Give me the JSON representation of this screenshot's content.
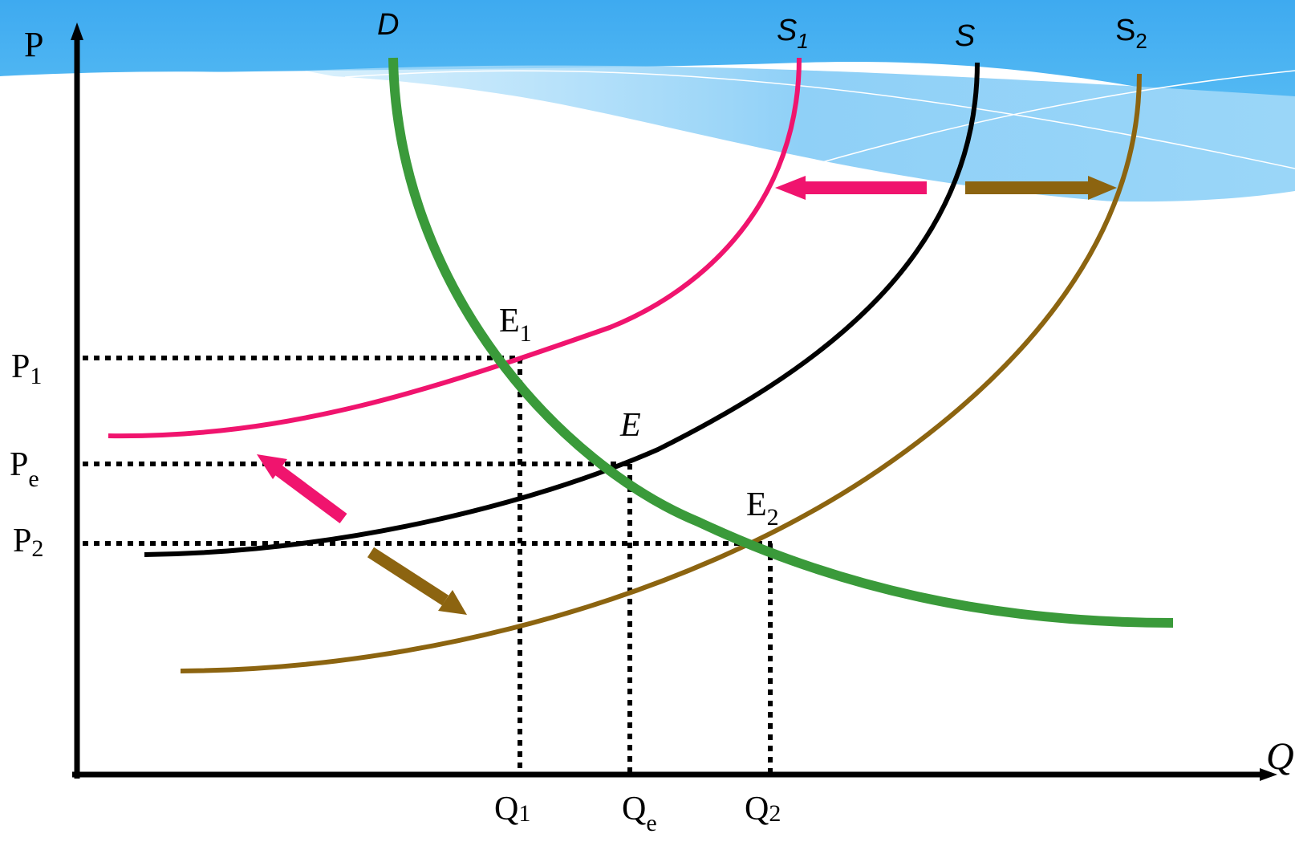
{
  "axes": {
    "y_label": "P",
    "x_label": "Q"
  },
  "curves": {
    "demand": {
      "label": "D",
      "color": "#3a9a3a"
    },
    "supply": {
      "label": "S",
      "color": "#000000"
    },
    "supply1": {
      "label_main": "S",
      "label_sub": "1",
      "color": "#f0146e"
    },
    "supply2": {
      "label_main": "S",
      "label_sub": "2",
      "color": "#8c6410"
    }
  },
  "equilibria": {
    "e1": {
      "main": "E",
      "sub": "1"
    },
    "e": {
      "main": "E"
    },
    "e2": {
      "main": "E",
      "sub": "2"
    }
  },
  "price_levels": {
    "p1": {
      "main": "P",
      "sub": "1"
    },
    "pe": {
      "main": "P",
      "sub": "e"
    },
    "p2": {
      "main": "P",
      "sub": "2"
    }
  },
  "quantity_levels": {
    "q1": {
      "main": "Q",
      "sub": "1"
    },
    "qe": {
      "main": "Q",
      "sub": "e"
    },
    "q2": {
      "main": "Q",
      "sub": "2"
    }
  },
  "shift_arrows": {
    "pink_color": "#f0146e",
    "brown_color": "#8c6410"
  },
  "background": {
    "sky_top": "#42aef0",
    "sky_light": "#8fd0f7"
  }
}
